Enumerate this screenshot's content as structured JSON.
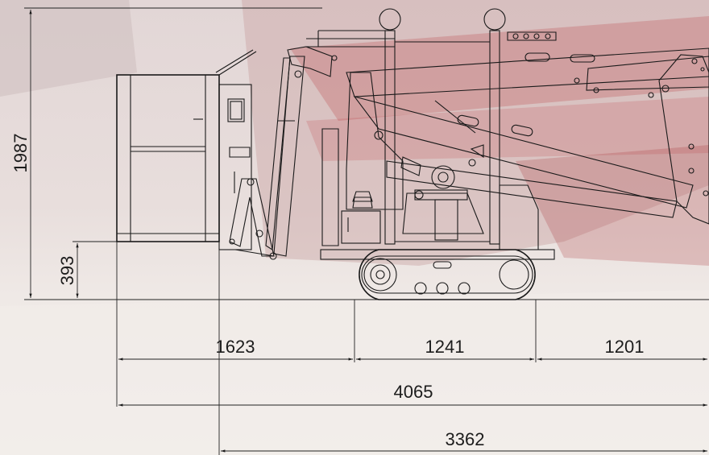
{
  "dimensions": {
    "height_total": "1987",
    "basket_floor_height": "393",
    "front_overhang": "1623",
    "track_length": "1241",
    "rear_overhang": "1201",
    "overall_length": "4065",
    "transport_length": "3362"
  },
  "colors": {
    "background_top": "#d8c8c8",
    "background_bottom": "#ece6e3",
    "accent_red": "#b8282c",
    "line": "#1a1a1a"
  }
}
